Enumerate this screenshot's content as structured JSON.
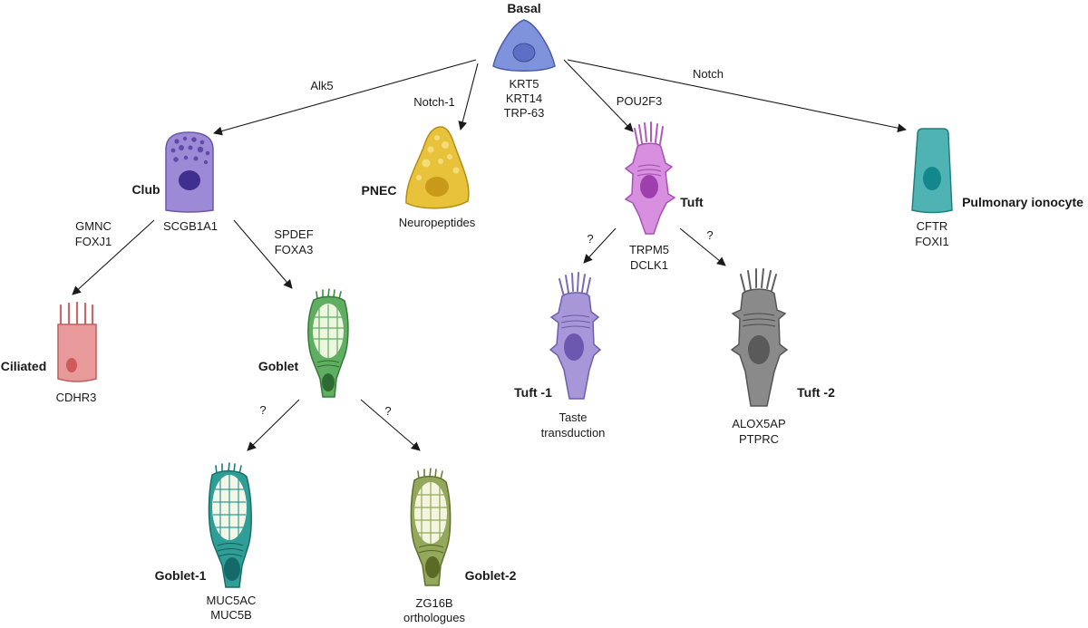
{
  "cells": {
    "basal": {
      "name": "Basal",
      "markers": [
        "KRT5",
        "KRT14",
        "TRP-63"
      ],
      "color": "#7f93dc"
    },
    "club": {
      "name": "Club",
      "markers": [
        "SCGB1A1"
      ],
      "color": "#9d8ad6"
    },
    "pnec": {
      "name": "PNEC",
      "markers": [
        "Neuropeptides"
      ],
      "color": "#e9c23c"
    },
    "tuft": {
      "name": "Tuft",
      "markers": [
        "TRPM5",
        "DCLK1"
      ],
      "color": "#d98fe0"
    },
    "ionocyte": {
      "name": "Pulmonary ionocyte",
      "markers": [
        "CFTR",
        "FOXI1"
      ],
      "color": "#4fb3b3"
    },
    "ciliated": {
      "name": "Ciliated",
      "markers": [
        "CDHR3"
      ],
      "color": "#e89a9a"
    },
    "goblet": {
      "name": "Goblet",
      "markers": [],
      "color": "#5fae62"
    },
    "tuft1": {
      "name": "Tuft -1",
      "markers": [
        "Taste",
        "transduction"
      ],
      "color": "#a797d8"
    },
    "tuft2": {
      "name": "Tuft -2",
      "markers": [
        "ALOX5AP",
        "PTPRC"
      ],
      "color": "#8a8a8a"
    },
    "goblet1": {
      "name": "Goblet-1",
      "markers": [
        "MUC5AC",
        "MUC5B"
      ],
      "color": "#2e9e96"
    },
    "goblet2": {
      "name": "Goblet-2",
      "markers": [
        "ZG16B",
        "orthologues"
      ],
      "color": "#93a85a"
    }
  },
  "transitions": {
    "basal_club": {
      "label": [
        "Alk5"
      ]
    },
    "basal_pnec": {
      "label": [
        "Notch-1"
      ]
    },
    "basal_tuft": {
      "label": [
        "POU2F3"
      ]
    },
    "basal_iono": {
      "label": [
        "Notch"
      ]
    },
    "club_ciliated": {
      "label": [
        "GMNC",
        "FOXJ1"
      ]
    },
    "club_goblet": {
      "label": [
        "SPDEF",
        "FOXA3"
      ]
    },
    "tuft_tuft1": {
      "label": [
        "?"
      ]
    },
    "tuft_tuft2": {
      "label": [
        "?"
      ]
    },
    "goblet_g1": {
      "label": [
        "?"
      ]
    },
    "goblet_g2": {
      "label": [
        "?"
      ]
    }
  }
}
